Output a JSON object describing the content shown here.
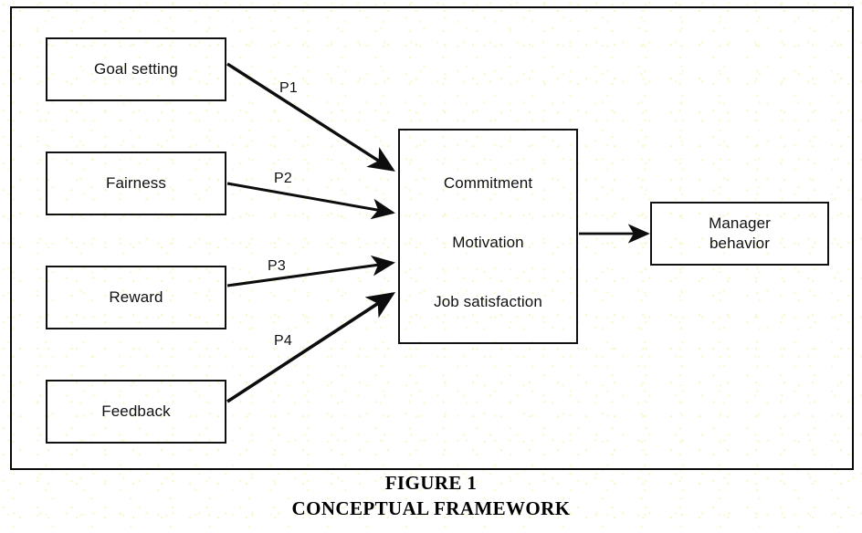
{
  "figure": {
    "caption_title": "FIGURE 1",
    "caption_subtitle": "CONCEPTUAL FRAMEWORK",
    "border_color": "#0a0a0a",
    "text_color": "#111111",
    "background_color": "#ffffff"
  },
  "nodes": {
    "antecedents": [
      {
        "id": "goal-setting",
        "label": "Goal setting"
      },
      {
        "id": "fairness",
        "label": "Fairness"
      },
      {
        "id": "reward",
        "label": "Reward"
      },
      {
        "id": "feedback",
        "label": "Feedback"
      }
    ],
    "mediator": {
      "id": "mediator",
      "lines": [
        "Commitment",
        "Motivation",
        "Job satisfaction"
      ]
    },
    "outcome": {
      "id": "manager-behavior",
      "line1": "Manager",
      "line2": "behavior"
    }
  },
  "edges": [
    {
      "id": "p1",
      "label": "P1",
      "from": "goal-setting",
      "to": "mediator"
    },
    {
      "id": "p2",
      "label": "P2",
      "from": "fairness",
      "to": "mediator"
    },
    {
      "id": "p3",
      "label": "P3",
      "from": "reward",
      "to": "mediator"
    },
    {
      "id": "p4",
      "label": "P4",
      "from": "feedback",
      "to": "mediator"
    },
    {
      "id": "outcome-edge",
      "label": "",
      "from": "mediator",
      "to": "manager-behavior"
    }
  ]
}
